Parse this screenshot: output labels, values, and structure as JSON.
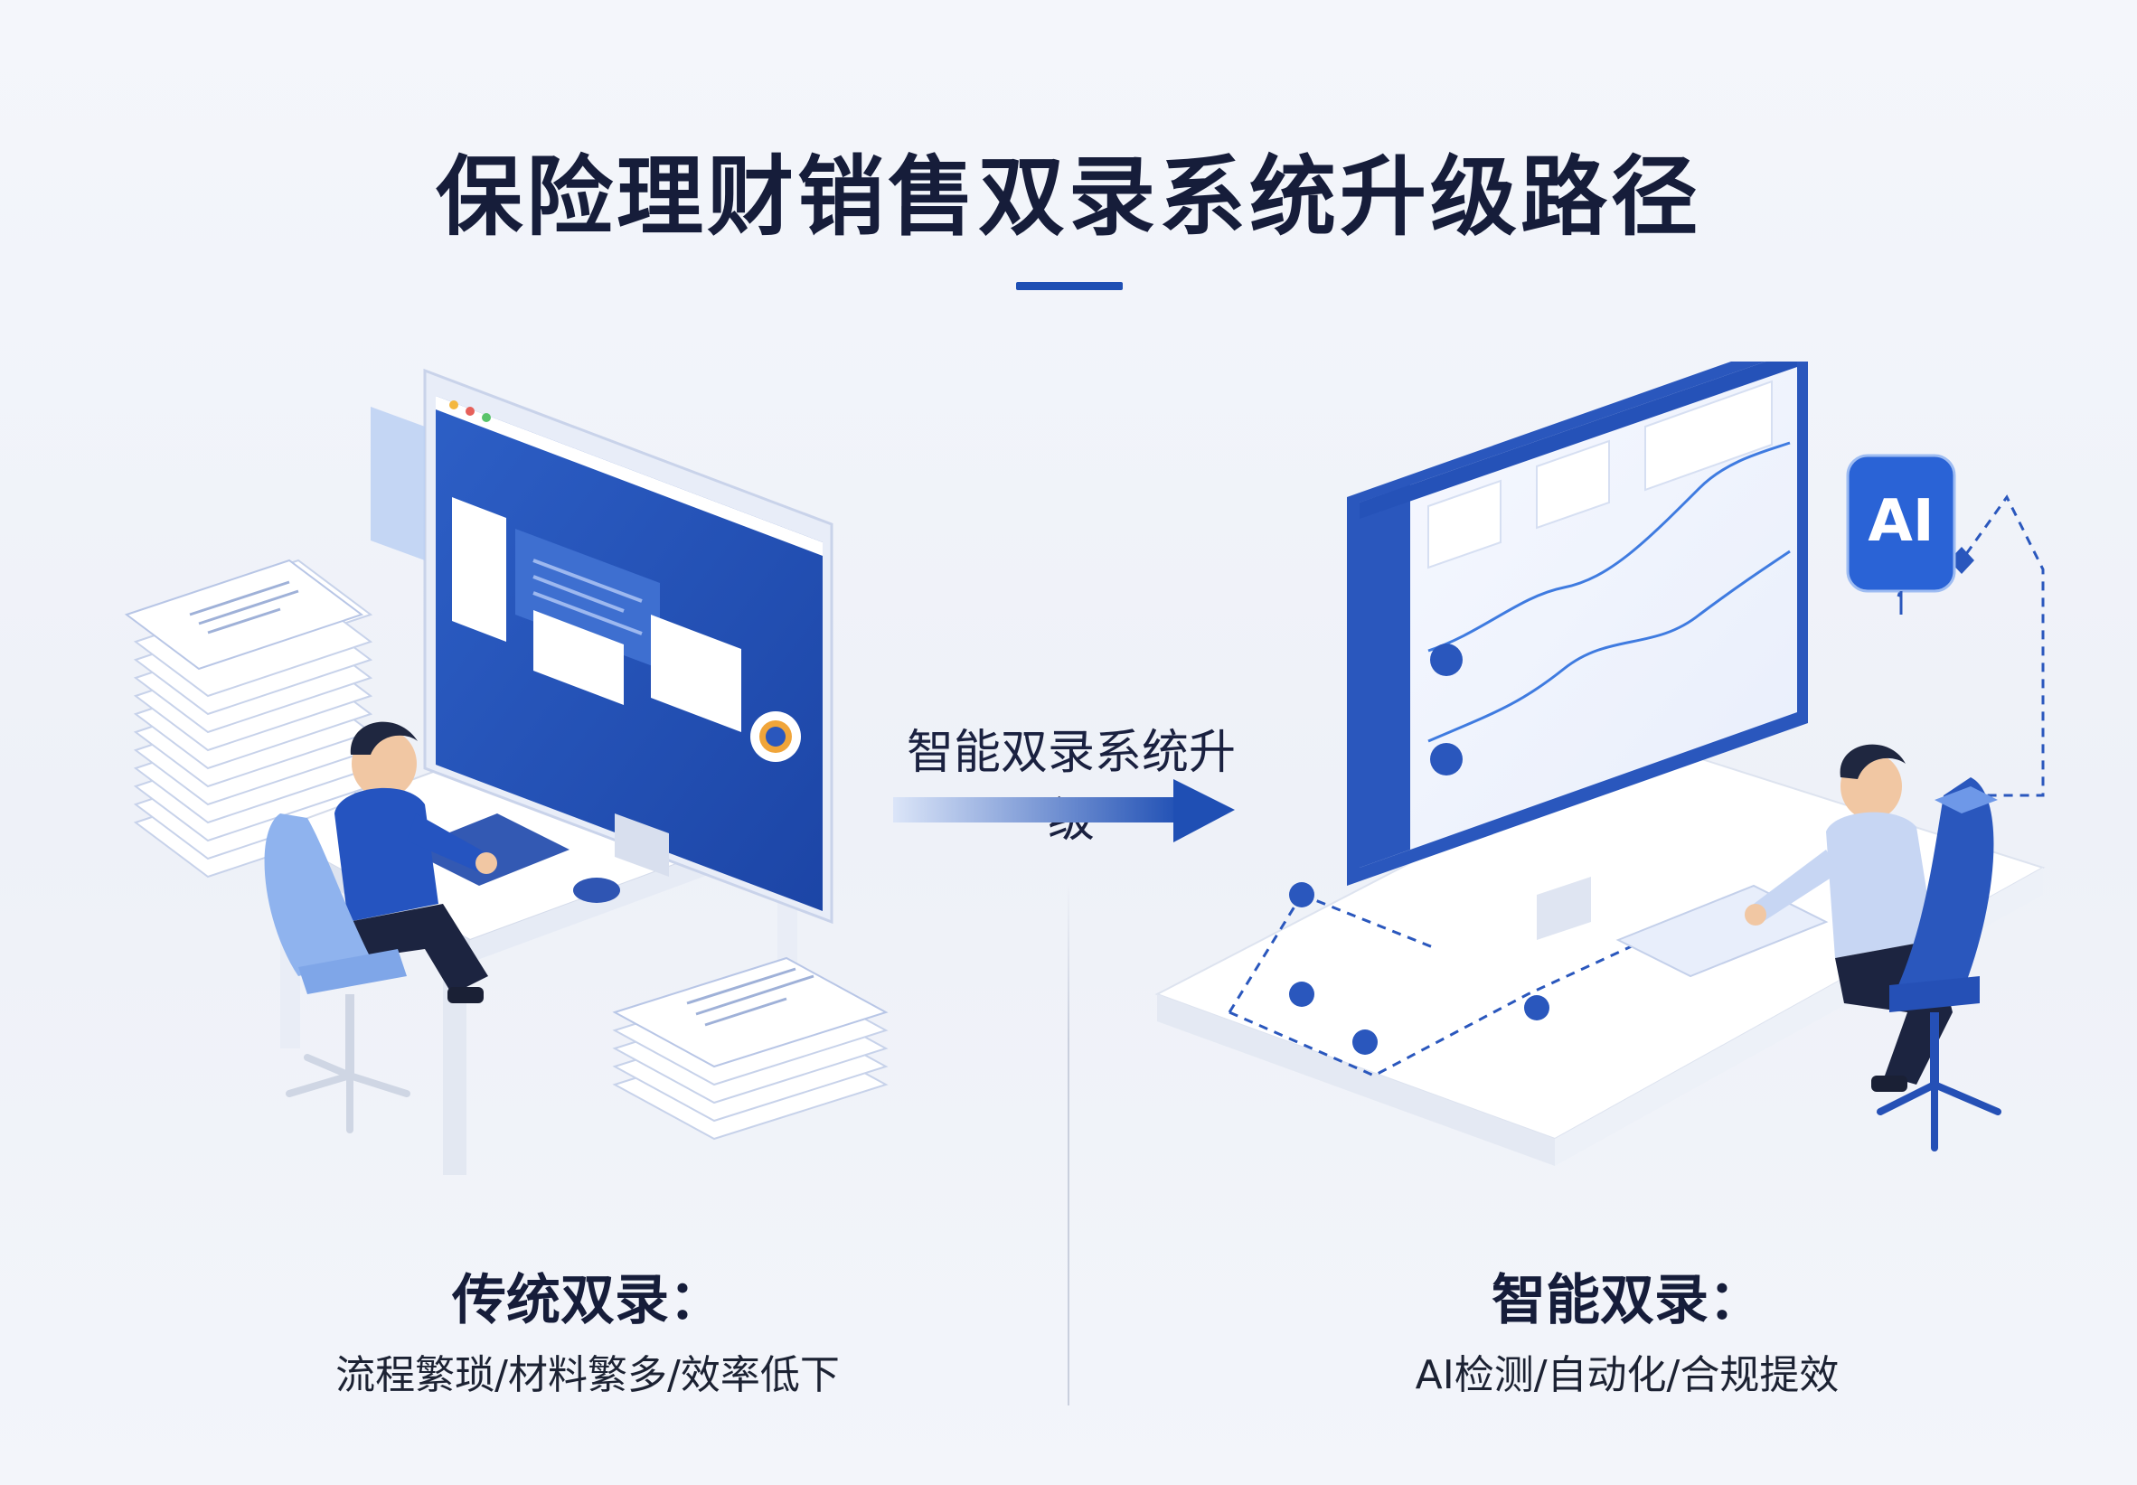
{
  "title": "保险理财销售双录系统升级路径",
  "center": {
    "label": "智能双录系统升级"
  },
  "left": {
    "caption_title": "传统双录：",
    "caption_sub": "流程繁琐/材料繁多/效率低下"
  },
  "right": {
    "caption_title": "智能双录：",
    "caption_sub": "AI检测/自动化/合规提效",
    "ai_badge": "AI"
  },
  "colors": {
    "primary": "#1f4fb4",
    "title": "#161d3a",
    "accent_light": "#6e98e8",
    "background": "#f2f4f9"
  }
}
